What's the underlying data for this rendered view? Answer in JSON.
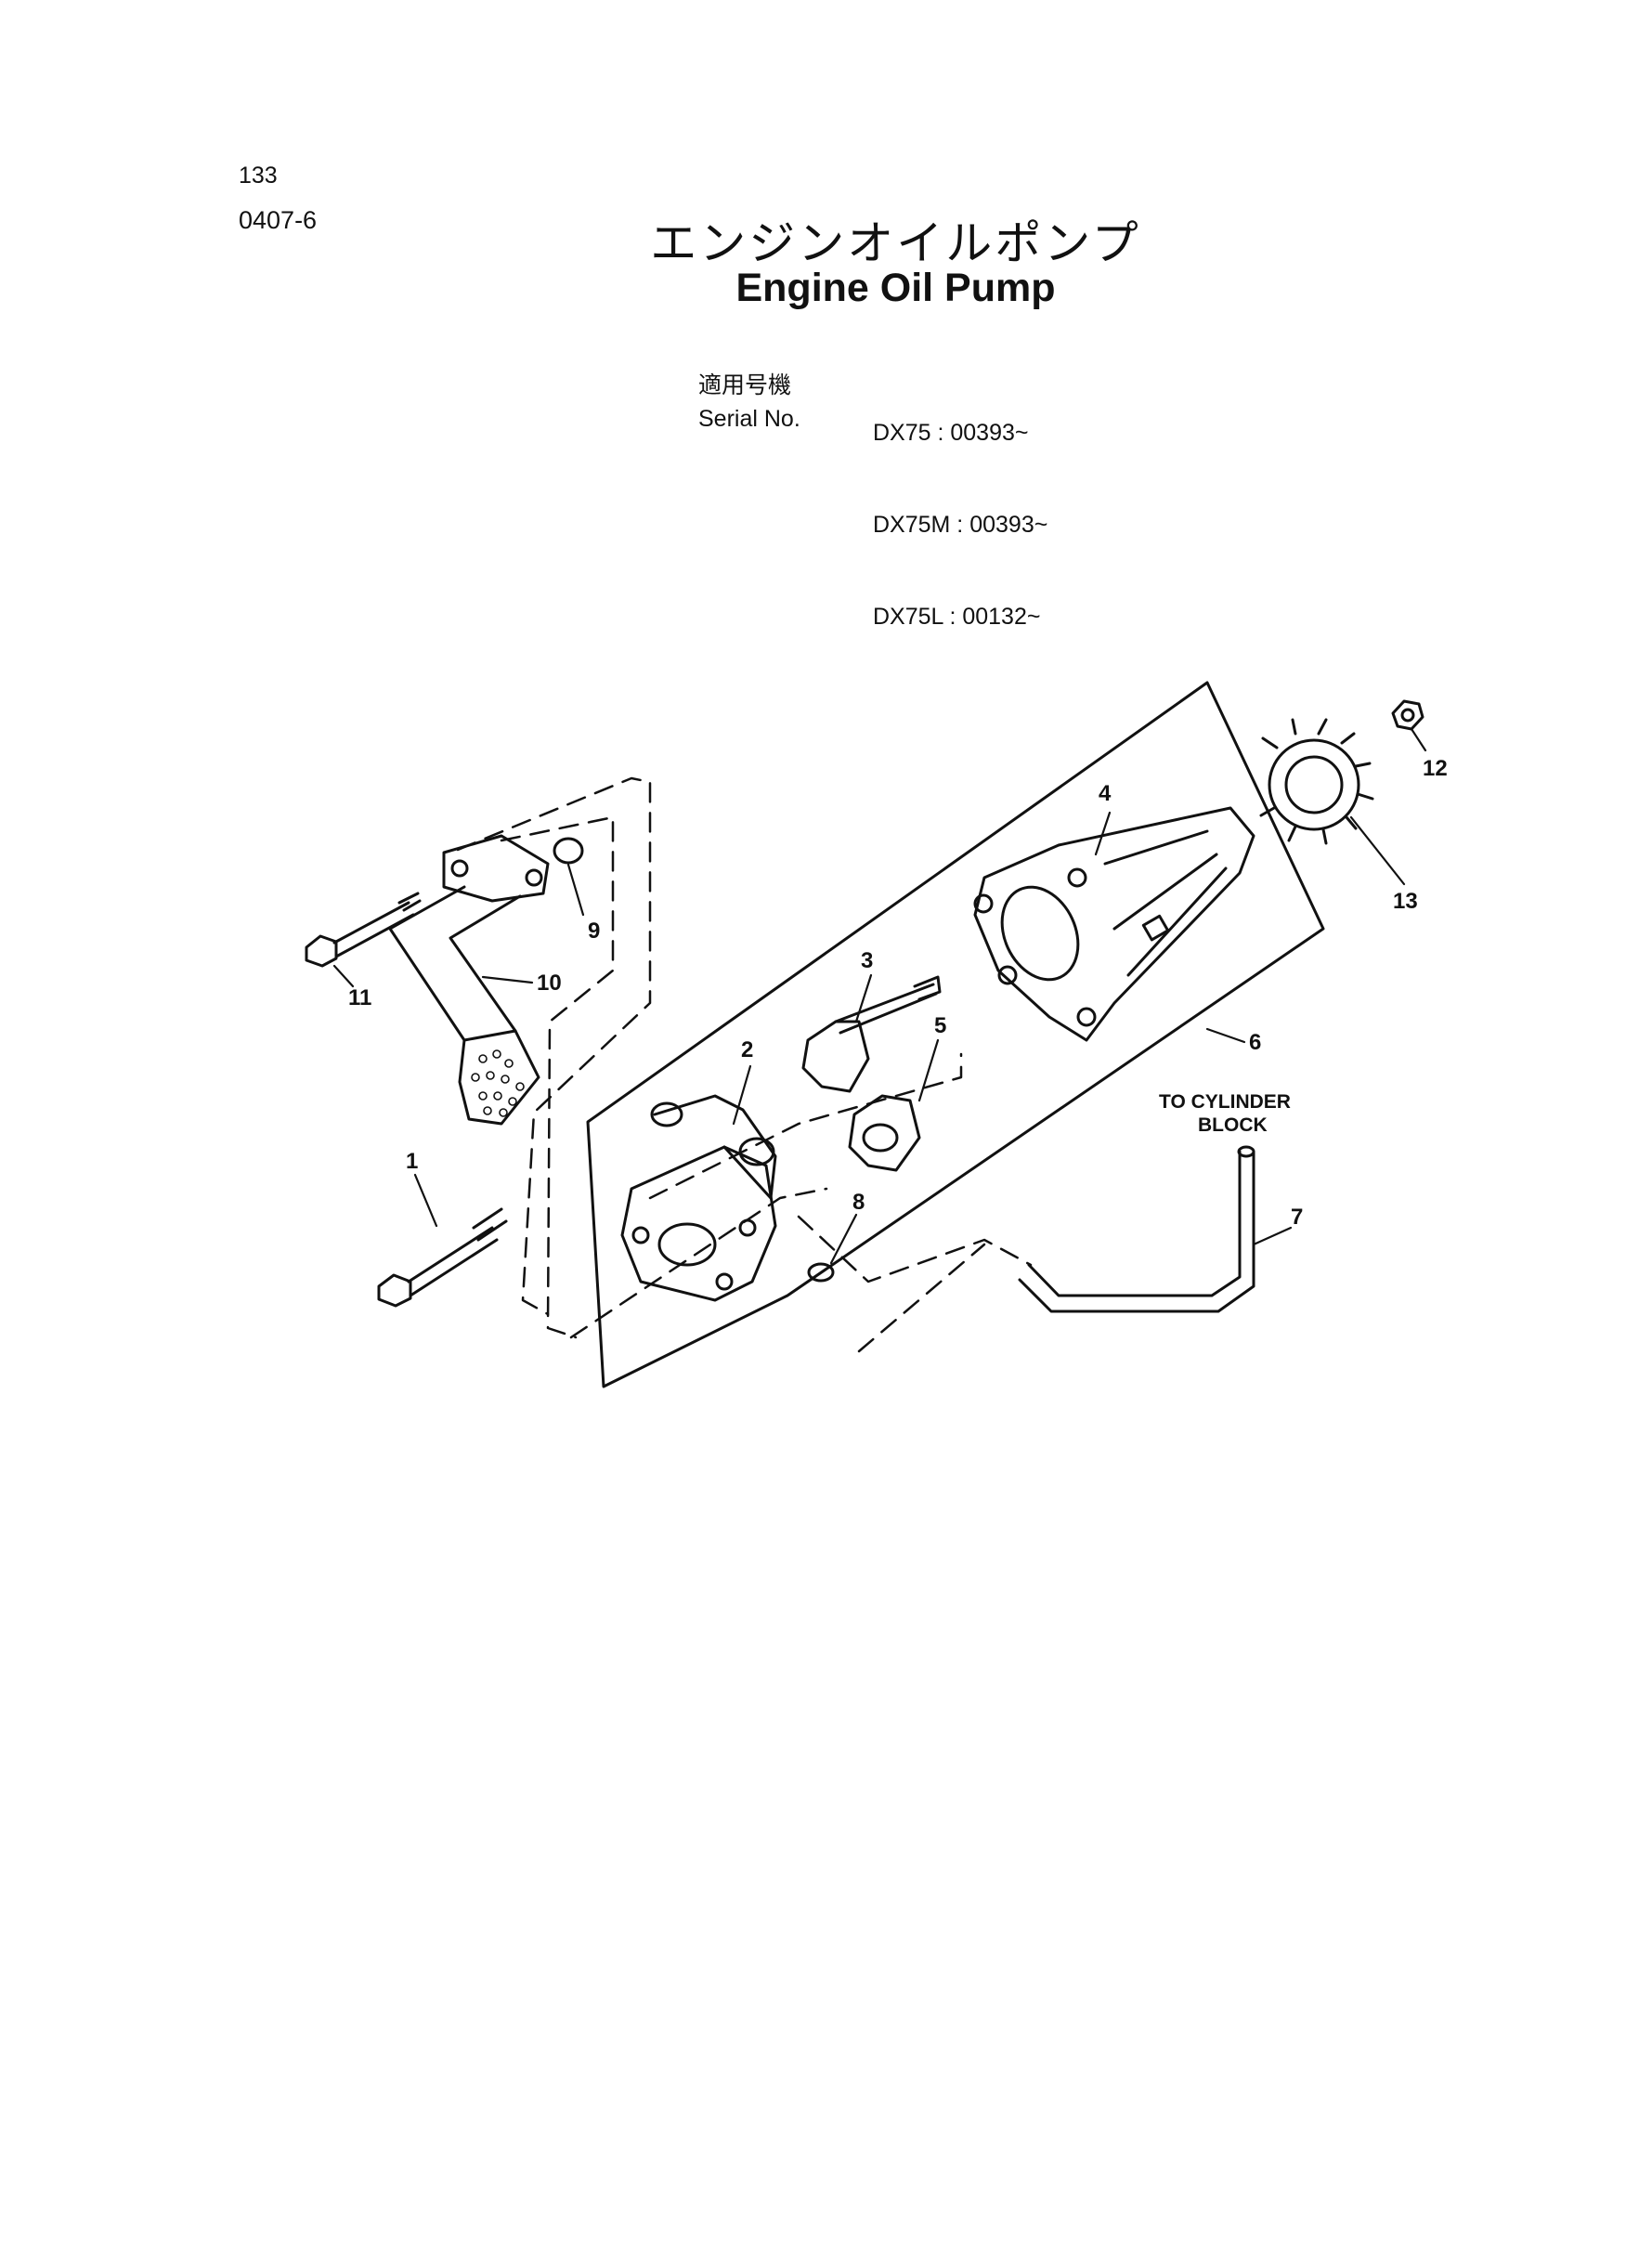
{
  "header": {
    "page_number": "133",
    "doc_code": "0407-6",
    "title_jp": "エンジンオイルポンプ",
    "title_en": "Engine Oil Pump"
  },
  "serial": {
    "label_jp": "適用号機",
    "label_en": "Serial No.",
    "models": [
      "DX75 : 00393~",
      "DX75M : 00393~",
      "DX75L : 00132~"
    ]
  },
  "diagram": {
    "callouts": [
      "1",
      "2",
      "3",
      "4",
      "5",
      "6",
      "7",
      "8",
      "9",
      "10",
      "11",
      "12",
      "13"
    ],
    "note_line1": "TO CYLINDER",
    "note_line2": "BLOCK"
  }
}
